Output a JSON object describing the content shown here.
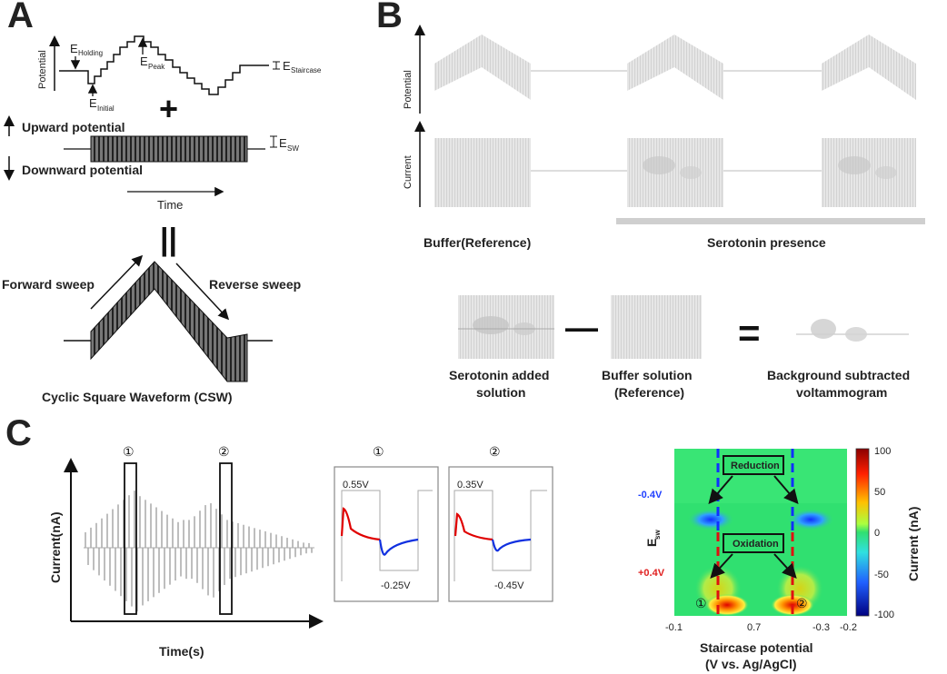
{
  "panels": {
    "a": "A",
    "b": "B",
    "c": "C"
  },
  "panel_a": {
    "y_axis": "Potential",
    "e_holding": "E",
    "e_holding_sub": "Holding",
    "e_initial": "E",
    "e_initial_sub": "Initial",
    "e_peak": "E",
    "e_peak_sub": "Peak",
    "e_staircase": "E",
    "e_staircase_sub": "Staircase",
    "plus": "+",
    "upward": "Upward potential",
    "downward": "Downward potential",
    "e_sw": "E",
    "e_sw_sub": "SW",
    "time": "Time",
    "equals": "||",
    "forward": "Forward sweep",
    "reverse": "Reverse sweep",
    "caption": "Cyclic Square Waveform (CSW)"
  },
  "panel_b": {
    "potential": "Potential",
    "current": "Current",
    "buffer_ref": "Buffer(Reference)",
    "serotonin_presence": "Serotonin presence",
    "sero_added_1": "Serotonin added",
    "sero_added_2": "solution",
    "minus": "—",
    "buffer_sol_1": "Buffer solution",
    "buffer_sol_2": "(Reference)",
    "equals": "=",
    "bg_sub_1": "Background subtracted",
    "bg_sub_2": "voltammogram"
  },
  "panel_c": {
    "marker_1": "①",
    "marker_2": "②",
    "y_axis": "Current(nA)",
    "x_axis": "Time(s)",
    "inset1_high": "0.55V",
    "inset1_low": "-0.25V",
    "inset2_high": "0.35V",
    "inset2_low": "-0.45V",
    "heatmap": {
      "reduction": "Reduction",
      "oxidation": "Oxidation",
      "neg_label": "-0.4V",
      "pos_label": "+0.4V",
      "esw_label": "E",
      "esw_sub": "sw",
      "x_ticks": [
        "-0.1",
        "0.7",
        "-0.3",
        "-0.2"
      ],
      "x_label_1": "Staircase potential",
      "x_label_2": "(V vs. Ag/AgCl)",
      "cbar_ticks": [
        "100",
        "50",
        "0",
        "-50",
        "-100"
      ],
      "cbar_label": "Current (nA)",
      "colors": {
        "neg": "#2040ff",
        "pos": "#e02020",
        "bg": "#22dd66"
      }
    }
  }
}
